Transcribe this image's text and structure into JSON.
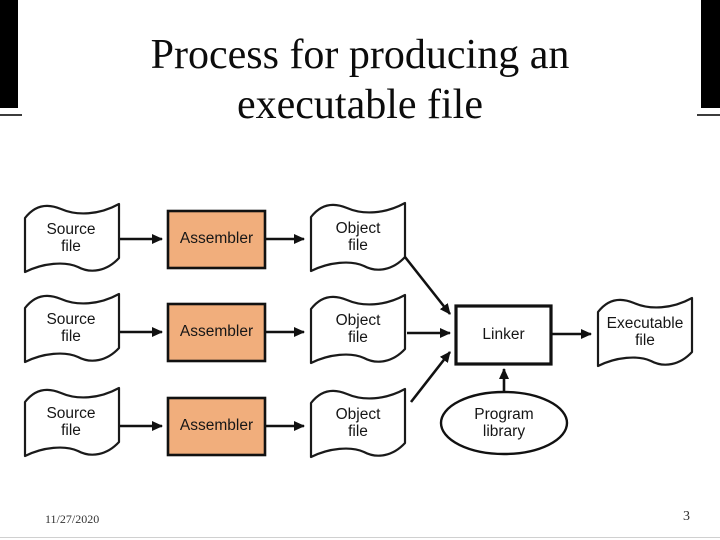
{
  "slide": {
    "title_line1": "Process for producing an",
    "title_line2": "executable file",
    "footer_date": "11/27/2020",
    "page_number": "3"
  },
  "diagram": {
    "accent_color": "#F1AE7C",
    "line_color": "#111111",
    "nodes": {
      "source_file_1": "Source file",
      "assembler_1": "Assembler",
      "object_file_1": "Object file",
      "source_file_2": "Source file",
      "assembler_2": "Assembler",
      "object_file_2": "Object file",
      "source_file_3": "Source file",
      "assembler_3": "Assembler",
      "object_file_3": "Object file",
      "linker": "Linker",
      "executable_file": "Executable file",
      "program_library": "Program library"
    }
  }
}
